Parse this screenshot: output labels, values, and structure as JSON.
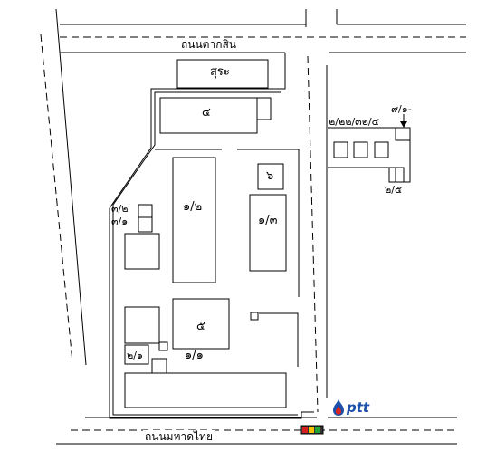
{
  "roads": {
    "north": "ถนนตากสิน",
    "south": "ถนนมหาดไทย"
  },
  "buildings": {
    "sura": "สุระ",
    "b4": "๔",
    "b6": "๖",
    "b1_2": "๑/๒",
    "b1_3": "๑/๓",
    "b3_2": "๓/๒",
    "b3_1": "๓/๑",
    "b5": "๕",
    "b2_1": "๒/๑",
    "b1_1": "๑/๑"
  },
  "east_block": {
    "top_label": "๙/๑-",
    "row_label": "๒/๒๒/๓๒/๔",
    "bottom_label": "๒/๕"
  },
  "logo": {
    "brand": "ptt"
  },
  "colors": {
    "line": "#000000",
    "ptt_blue": "#1b4fa8",
    "ptt_red": "#e2231a",
    "signal_red": "#d62020",
    "signal_yellow": "#f2c200",
    "signal_green": "#22a33a"
  }
}
